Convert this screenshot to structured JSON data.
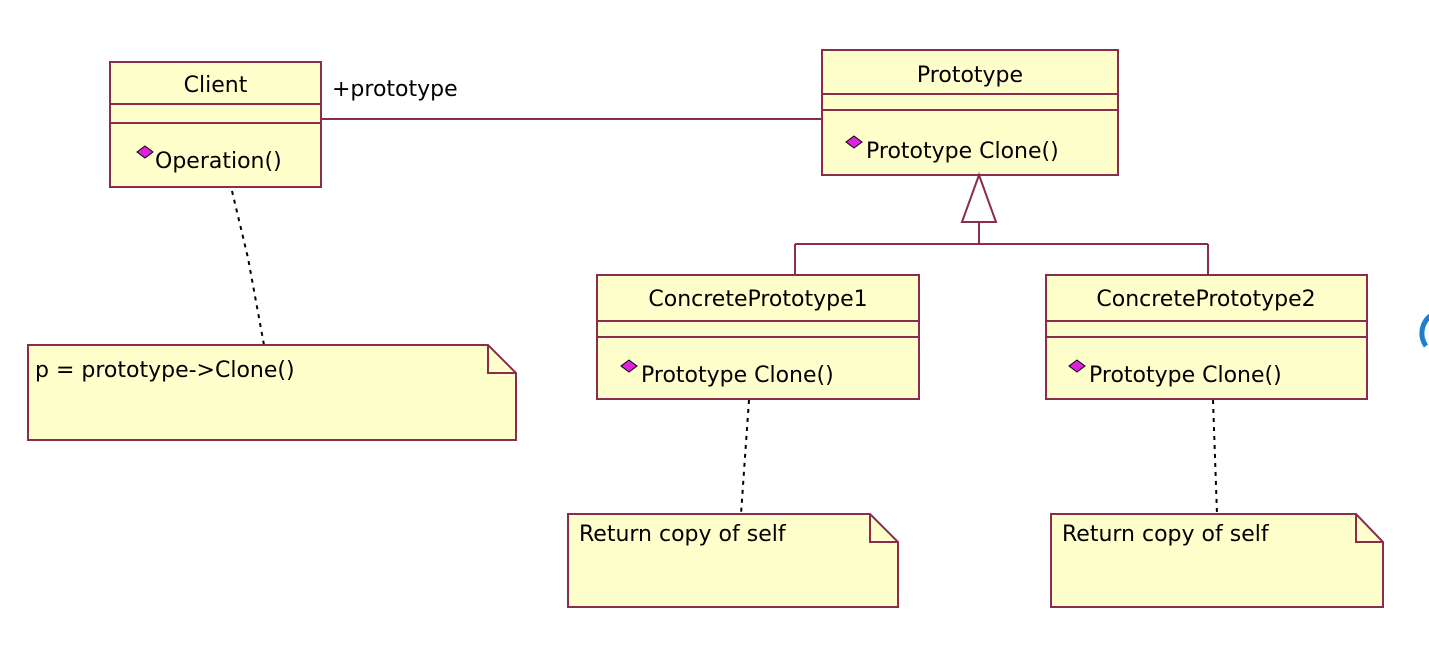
{
  "classes": {
    "client": {
      "name": "Client",
      "operation": "Operation()"
    },
    "prototype": {
      "name": "Prototype",
      "operation": "Prototype Clone()"
    },
    "concrete1": {
      "name": "ConcretePrototype1",
      "operation": "Prototype Clone()"
    },
    "concrete2": {
      "name": "ConcretePrototype2",
      "operation": "Prototype Clone()"
    }
  },
  "association": {
    "role_label": "+prototype"
  },
  "notes": {
    "client_note": "p = prototype->Clone()",
    "concrete1_note": "Return copy of self",
    "concrete2_note": "Return copy of self"
  },
  "colors": {
    "box_fill": "#ffffcc",
    "box_stroke": "#8b2c4a",
    "method_marker": "#dd22dd",
    "edge_arc": "#1e7fd0"
  },
  "icons": {
    "method_marker": "diamond-icon",
    "generalization": "hollow-triangle-arrow-icon"
  }
}
